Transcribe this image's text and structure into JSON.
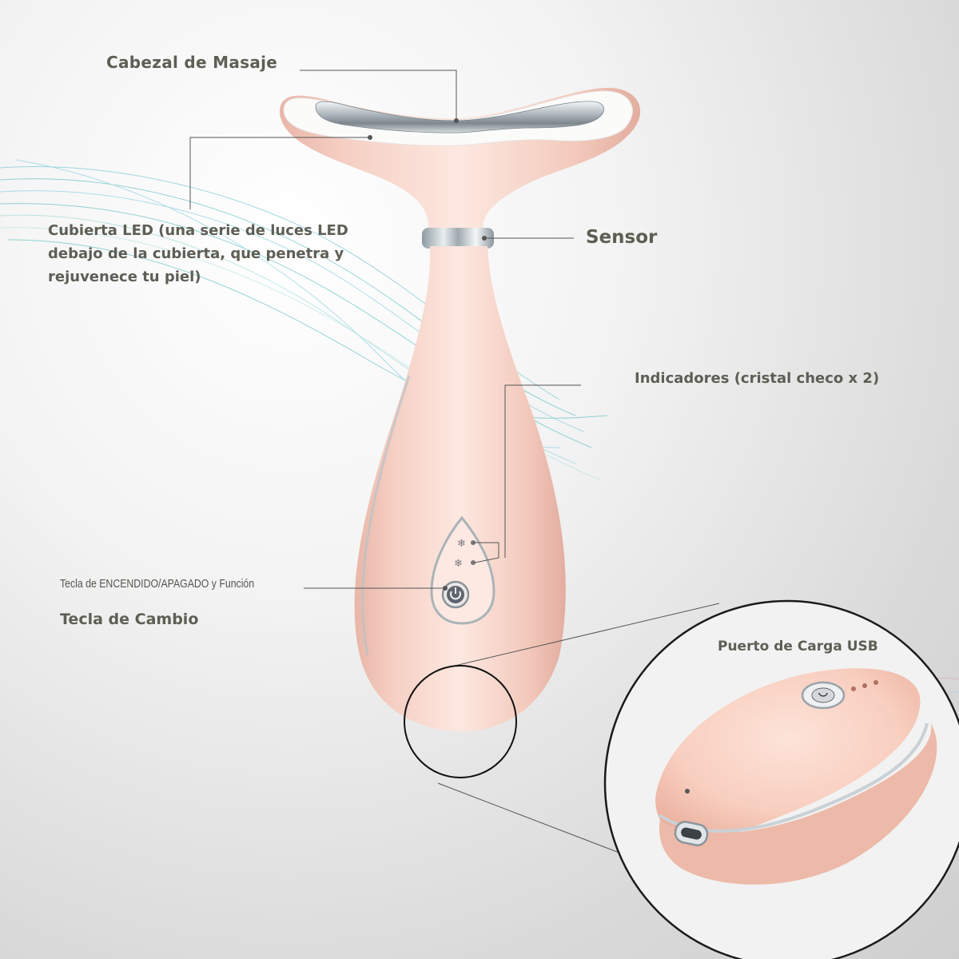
{
  "labels": {
    "massage_head": "Cabezal de Masaje",
    "led_cover_line1": "Cubierta LED (una serie de luces LED",
    "led_cover_line2": "debajo de la cubierta, que penetra y",
    "led_cover_line3": "rejuvenece tu piel)",
    "sensor": "Sensor",
    "indicators": "Indicadores (cristal checo x 2)",
    "power_key": "Tecla de ENCENDIDO/APAGADO y Función",
    "switch_key": "Tecla de Cambio",
    "usb_port": "Puerto de Carga USB"
  },
  "colors": {
    "body_pink": "#f6d2c6",
    "chrome": "#b9c3c8",
    "label_text": "#5e5e55",
    "leader_line": "#555555",
    "wave_teal": "#3fb3b3"
  },
  "icons": {
    "indicator": "snowflake-icon",
    "power": "power-icon"
  }
}
